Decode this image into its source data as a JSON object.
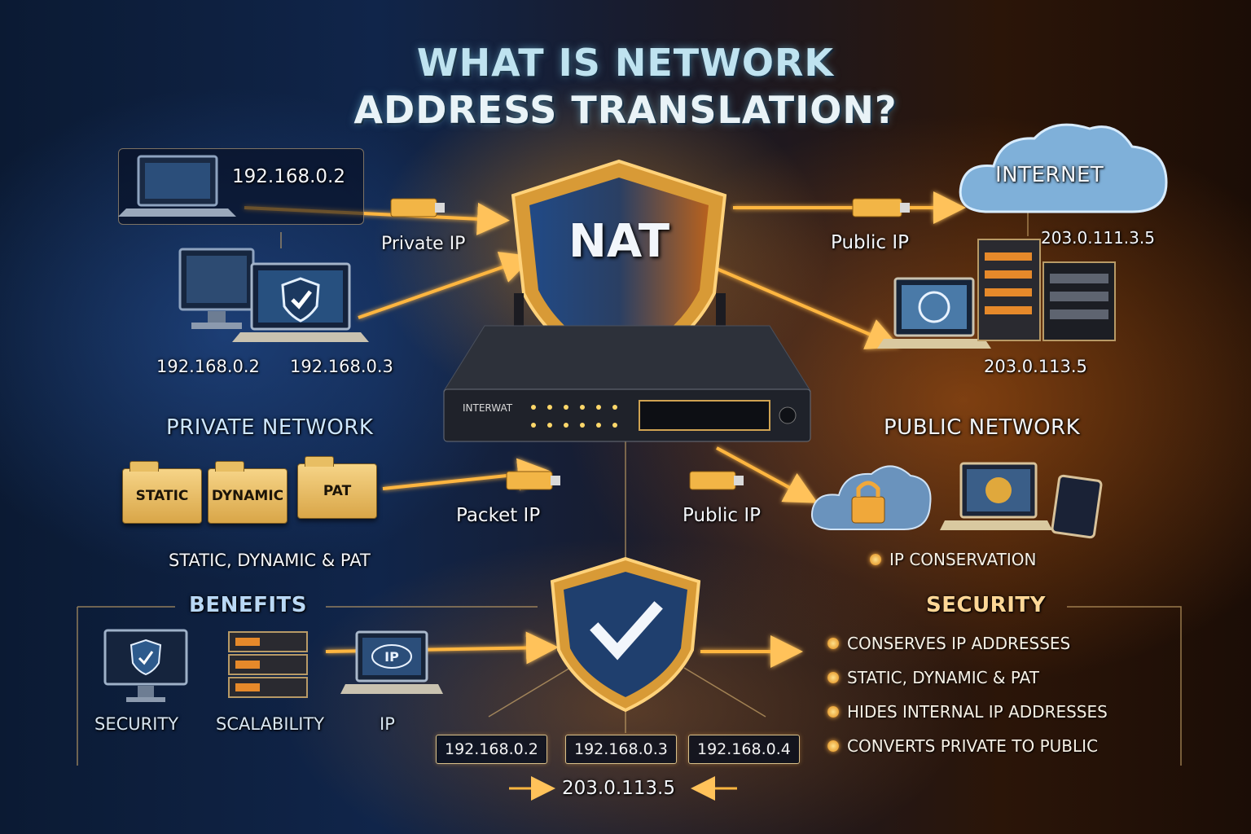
{
  "title": {
    "line1": "WHAT IS NETWORK",
    "line2": "ADDRESS TRANSLATION?"
  },
  "nat": {
    "shield_label": "NAT",
    "router_label": "INTERWAT"
  },
  "private": {
    "top_ip": "192.168.0.2",
    "arrow_label": "Private IP",
    "device_ip_1": "192.168.0.2",
    "device_ip_2": "192.168.0.3",
    "section_label": "PRIVATE NETWORK"
  },
  "public": {
    "internet_label": "INTERNET",
    "arrow_label": "Public IP",
    "top_ip": "203.0.111.3.5",
    "server_ip": "203.0.113.5",
    "section_label": "PUBLIC NETWORK"
  },
  "types": {
    "folders": [
      "STATIC",
      "DYNAMIC",
      "PAT"
    ],
    "caption": "STATIC, DYNAMIC & PAT"
  },
  "mid": {
    "packet_label": "Packet IP",
    "public_label": "Public IP",
    "conservation": "IP CONSERVATION"
  },
  "benefits": {
    "heading": "BENEFITS",
    "items": [
      "SECURITY",
      "SCALABILITY",
      "IP"
    ]
  },
  "security": {
    "heading": "SECURITY",
    "bullets": [
      "CONSERVES IP ADDRESSES",
      "STATIC, DYNAMIC & PAT",
      "HIDES INTERNAL IP ADDRESSES",
      "CONVERTS PRIVATE TO PUBLIC"
    ]
  },
  "bottom": {
    "ips": [
      "192.168.0.2",
      "192.168.0.3",
      "192.168.0.4"
    ],
    "public_ip": "203.0.113.5"
  },
  "colors": {
    "accent_orange": "#f5a53a",
    "accent_blue": "#2f6fb8",
    "text_light": "#eef2f7"
  }
}
